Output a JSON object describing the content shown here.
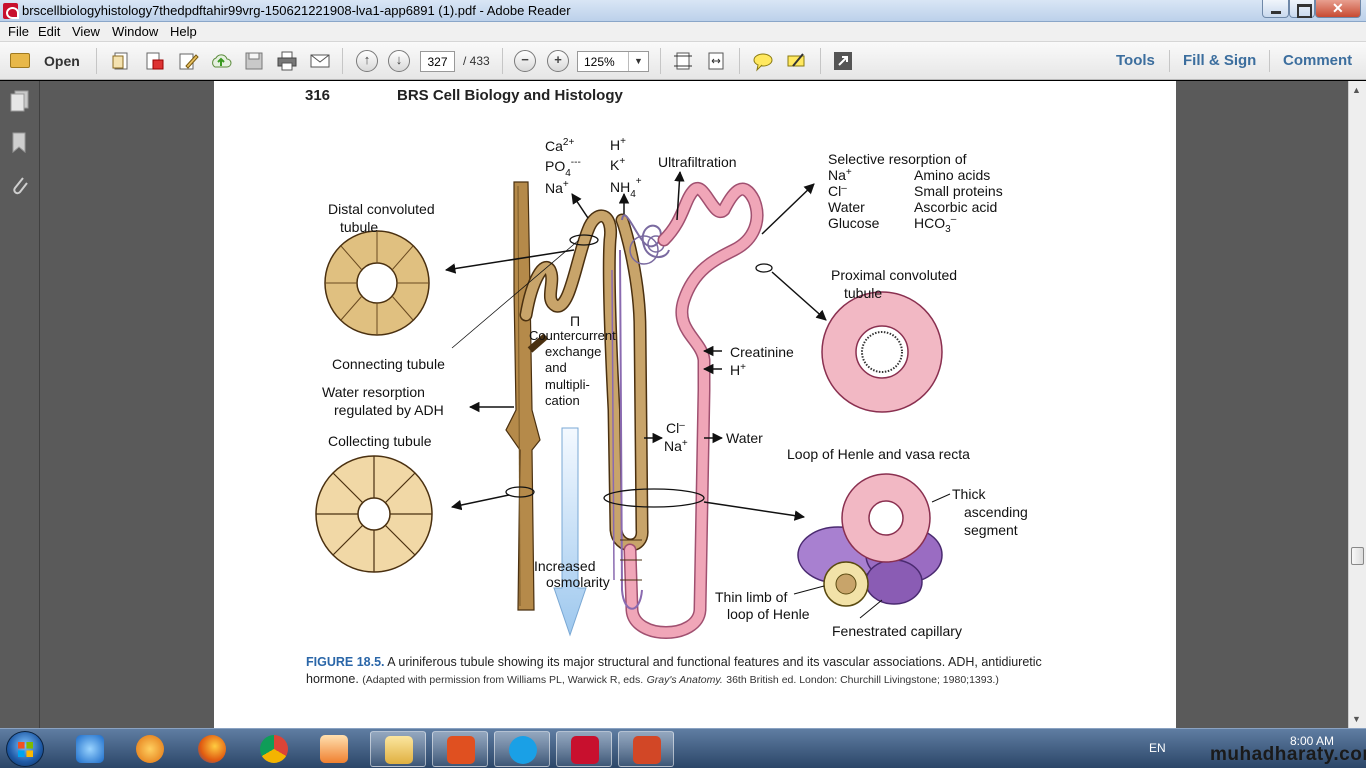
{
  "window": {
    "title": "brscellbiologyhistology7thedpdftahir99vrg-150621221908-lva1-app6891 (1).pdf - Adobe Reader"
  },
  "menu": [
    "File",
    "Edit",
    "View",
    "Window",
    "Help"
  ],
  "toolbar": {
    "open_label": "Open",
    "page_current": "327",
    "page_total": "/ 433",
    "zoom": "125%",
    "tools_label": "Tools",
    "fill_sign_label": "Fill & Sign",
    "comment_label": "Comment"
  },
  "page": {
    "number": "316",
    "book_title": "BRS Cell Biology and Histology"
  },
  "figure": {
    "labels": {
      "ions_left_1": "Ca",
      "ions_left_1_sup": "2+",
      "ions_left_2": "PO",
      "ions_left_2_sub": "4",
      "ions_left_2_sup": "---",
      "ions_left_3": "Na",
      "ions_left_3_sup": "+",
      "ions_mid_1": "H",
      "ions_mid_1_sup": "+",
      "ions_mid_2": "K",
      "ions_mid_2_sup": "+",
      "ions_mid_3": "NH",
      "ions_mid_3_sub": "4",
      "ions_mid_3_sup": "+",
      "ultrafiltration": "Ultrafiltration",
      "selective_title": "Selective resorption of",
      "sel_na": "Na",
      "sel_na_sup": "+",
      "sel_cl": "Cl",
      "sel_cl_sup": "–",
      "sel_water": "Water",
      "sel_glucose": "Glucose",
      "sel_amino": "Amino acids",
      "sel_proteins": "Small proteins",
      "sel_ascorbic": "Ascorbic acid",
      "sel_hco": "HCO",
      "sel_hco_sub": "3",
      "sel_hco_sup": "–",
      "distal_1": "Distal convoluted",
      "distal_2": "tubule",
      "proximal_1": "Proximal convoluted",
      "proximal_2": "tubule",
      "pi": "Π",
      "counter_1": "Countercurrent",
      "counter_2": "exchange",
      "counter_3": "and",
      "counter_4": "multipli-",
      "counter_5": "cation",
      "connecting": "Connecting tubule",
      "water_res_1": "Water resorption",
      "water_res_2": "regulated by ADH",
      "creatinine": "Creatinine",
      "h_plus": "H",
      "h_plus_sup": "+",
      "collecting": "Collecting tubule",
      "cl_minus": "Cl",
      "cl_minus_sup": "–",
      "na_plus": "Na",
      "na_plus_sup": "+",
      "water": "Water",
      "loop_title": "Loop of Henle and vasa recta",
      "thick_1": "Thick",
      "thick_2": "ascending",
      "thick_3": "segment",
      "increased_1": "Increased",
      "increased_2": "osmolarity",
      "thin_1": "Thin limb of",
      "thin_2": "loop of Henle",
      "fenestrated": "Fenestrated capillary"
    }
  },
  "caption": {
    "label": "FIGURE 18.5.",
    "text": "A uriniferous tubule showing its major structural and functional features and its vascular associations. ADH, antidiuretic hormone.",
    "credit_pre": "(Adapted with permission from Williams PL, Warwick R, eds.",
    "credit_book": "Gray's Anatomy.",
    "credit_post": "36th British ed. London: Churchill Livingstone; 1980;1393.)"
  },
  "taskbar": {
    "language": "EN",
    "time": "8:00 AM"
  },
  "watermark": "muhadharaty.com",
  "colors": {
    "tubule_tan": "#c8a46a",
    "tubule_pink": "#f0a6b8",
    "collecting_brown": "#b08040",
    "capillary_purple": "#9a6cc2",
    "link_blue": "#3c6e9e",
    "figure_label_blue": "#2a66a8"
  }
}
